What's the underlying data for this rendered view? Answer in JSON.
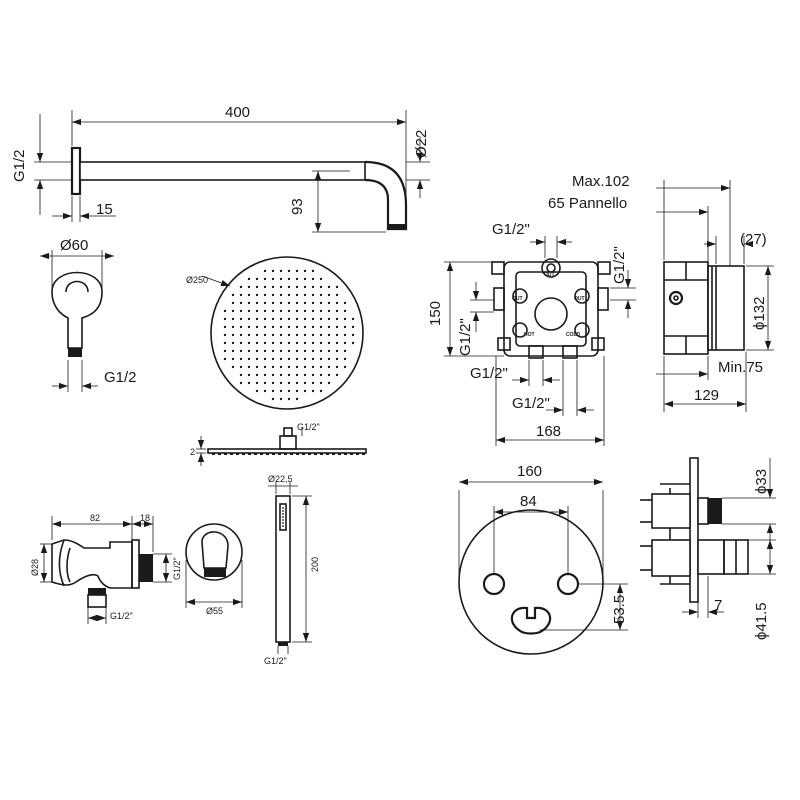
{
  "arm": {
    "length": "400",
    "diameter": "Ø22",
    "thread": "G1/2",
    "flange_offset": "15",
    "drop": "93"
  },
  "flange": {
    "diameter": "Ø60",
    "thread": "G1/2"
  },
  "head": {
    "diameter": "Ø250",
    "thread": "G1/2\"",
    "thickness": "2"
  },
  "outlet": {
    "length": "82",
    "depth": "18",
    "diameter": "Ø28",
    "thread_side": "G1/2\"",
    "thread_bottom": "G1/2\""
  },
  "holder": {
    "diameter": "Ø55"
  },
  "hand_shower": {
    "diameter": "Ø22,5",
    "length": "200",
    "thread": "G1/2\""
  },
  "box": {
    "height": "150",
    "width": "168",
    "thread_top": "G1/2\"",
    "thread_right": "G1/2\"",
    "thread_left": "G1/2\"",
    "thread_bottom_left": "G1/2\"",
    "thread_bottom_right": "G1/2\"",
    "port_out1": "OUT",
    "port_out2": "OUT",
    "port_hot": "HOT",
    "port_cold": "COLD"
  },
  "box_side": {
    "max": "Max.102",
    "panel": "65 Pannello",
    "gap": "(27)",
    "diameter": "ϕ132",
    "min": "Min.75",
    "depth": "129"
  },
  "plate": {
    "diameter": "160",
    "spacing": "84",
    "knob_offset": "53.5"
  },
  "valve_side": {
    "diameter_top": "ϕ33",
    "offset": "7",
    "diameter_bottom": "ϕ41.5"
  }
}
